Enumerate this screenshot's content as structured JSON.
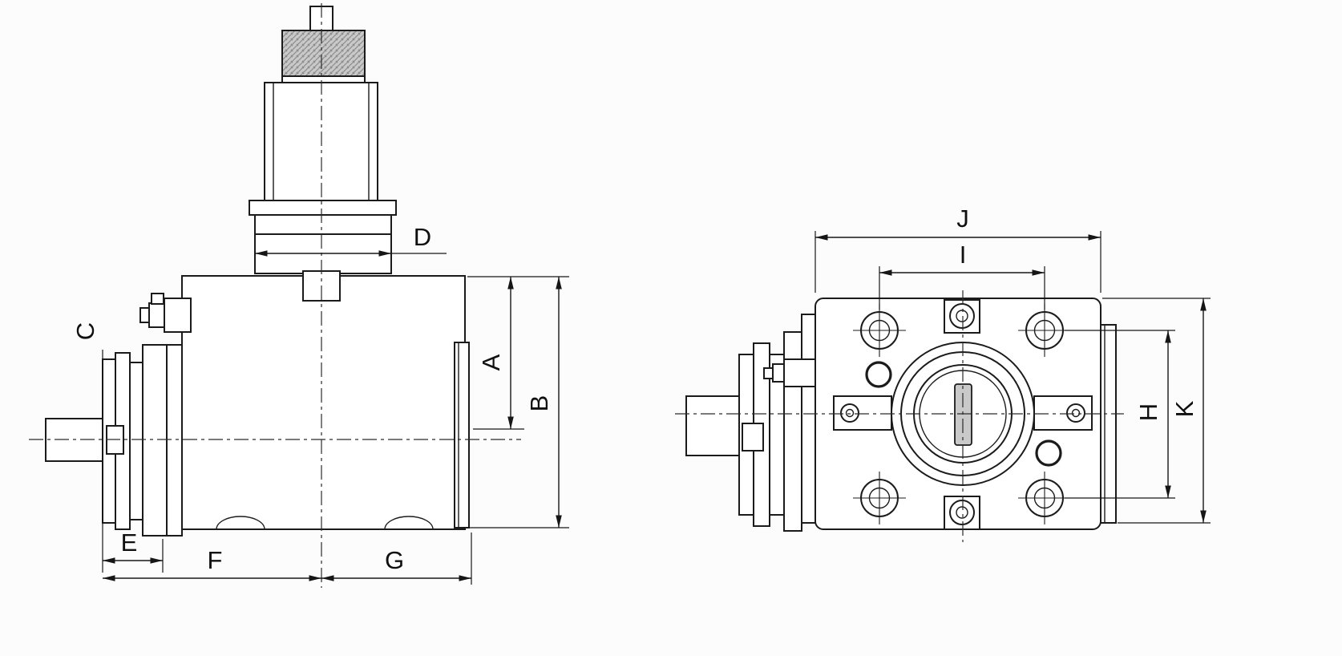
{
  "drawing": {
    "dimension_labels": {
      "A": "A",
      "B": "B",
      "C": "C",
      "D": "D",
      "E": "E",
      "F": "F",
      "G": "G",
      "H": "H",
      "I": "I",
      "J": "J",
      "K": "K"
    },
    "colors": {
      "line": "#1b1b1b",
      "background": "#fcfcfc",
      "knurl_fill": "#c9c9c9",
      "keyway_fill": "#c9c9c9"
    }
  }
}
